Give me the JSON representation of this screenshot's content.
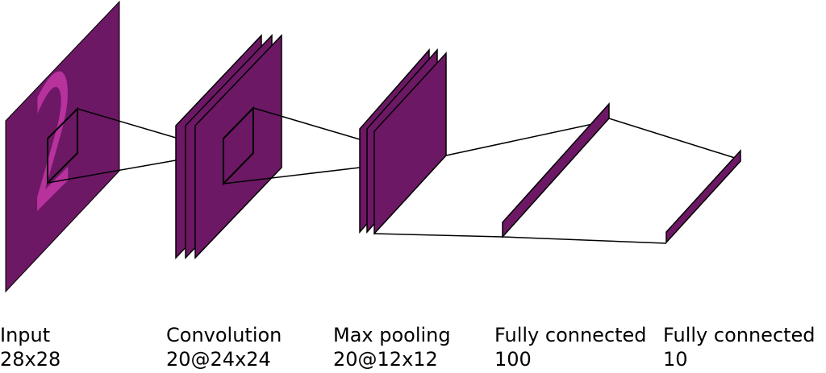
{
  "colors": {
    "layer_fill": "#6d1865",
    "digit_fill": "#b8329e",
    "stroke": "#000000",
    "background": "#ffffff"
  },
  "layers": [
    {
      "name": "Input",
      "shape": "28x28",
      "kind": "input"
    },
    {
      "name": "Convolution",
      "shape": "20@24x24",
      "kind": "feature-maps"
    },
    {
      "name": "Max pooling",
      "shape": "20@12x12",
      "kind": "feature-maps"
    },
    {
      "name": "Fully connected",
      "shape": "100",
      "kind": "dense"
    },
    {
      "name": "Fully connected",
      "shape": "10",
      "kind": "dense"
    }
  ],
  "input_digit": "2"
}
